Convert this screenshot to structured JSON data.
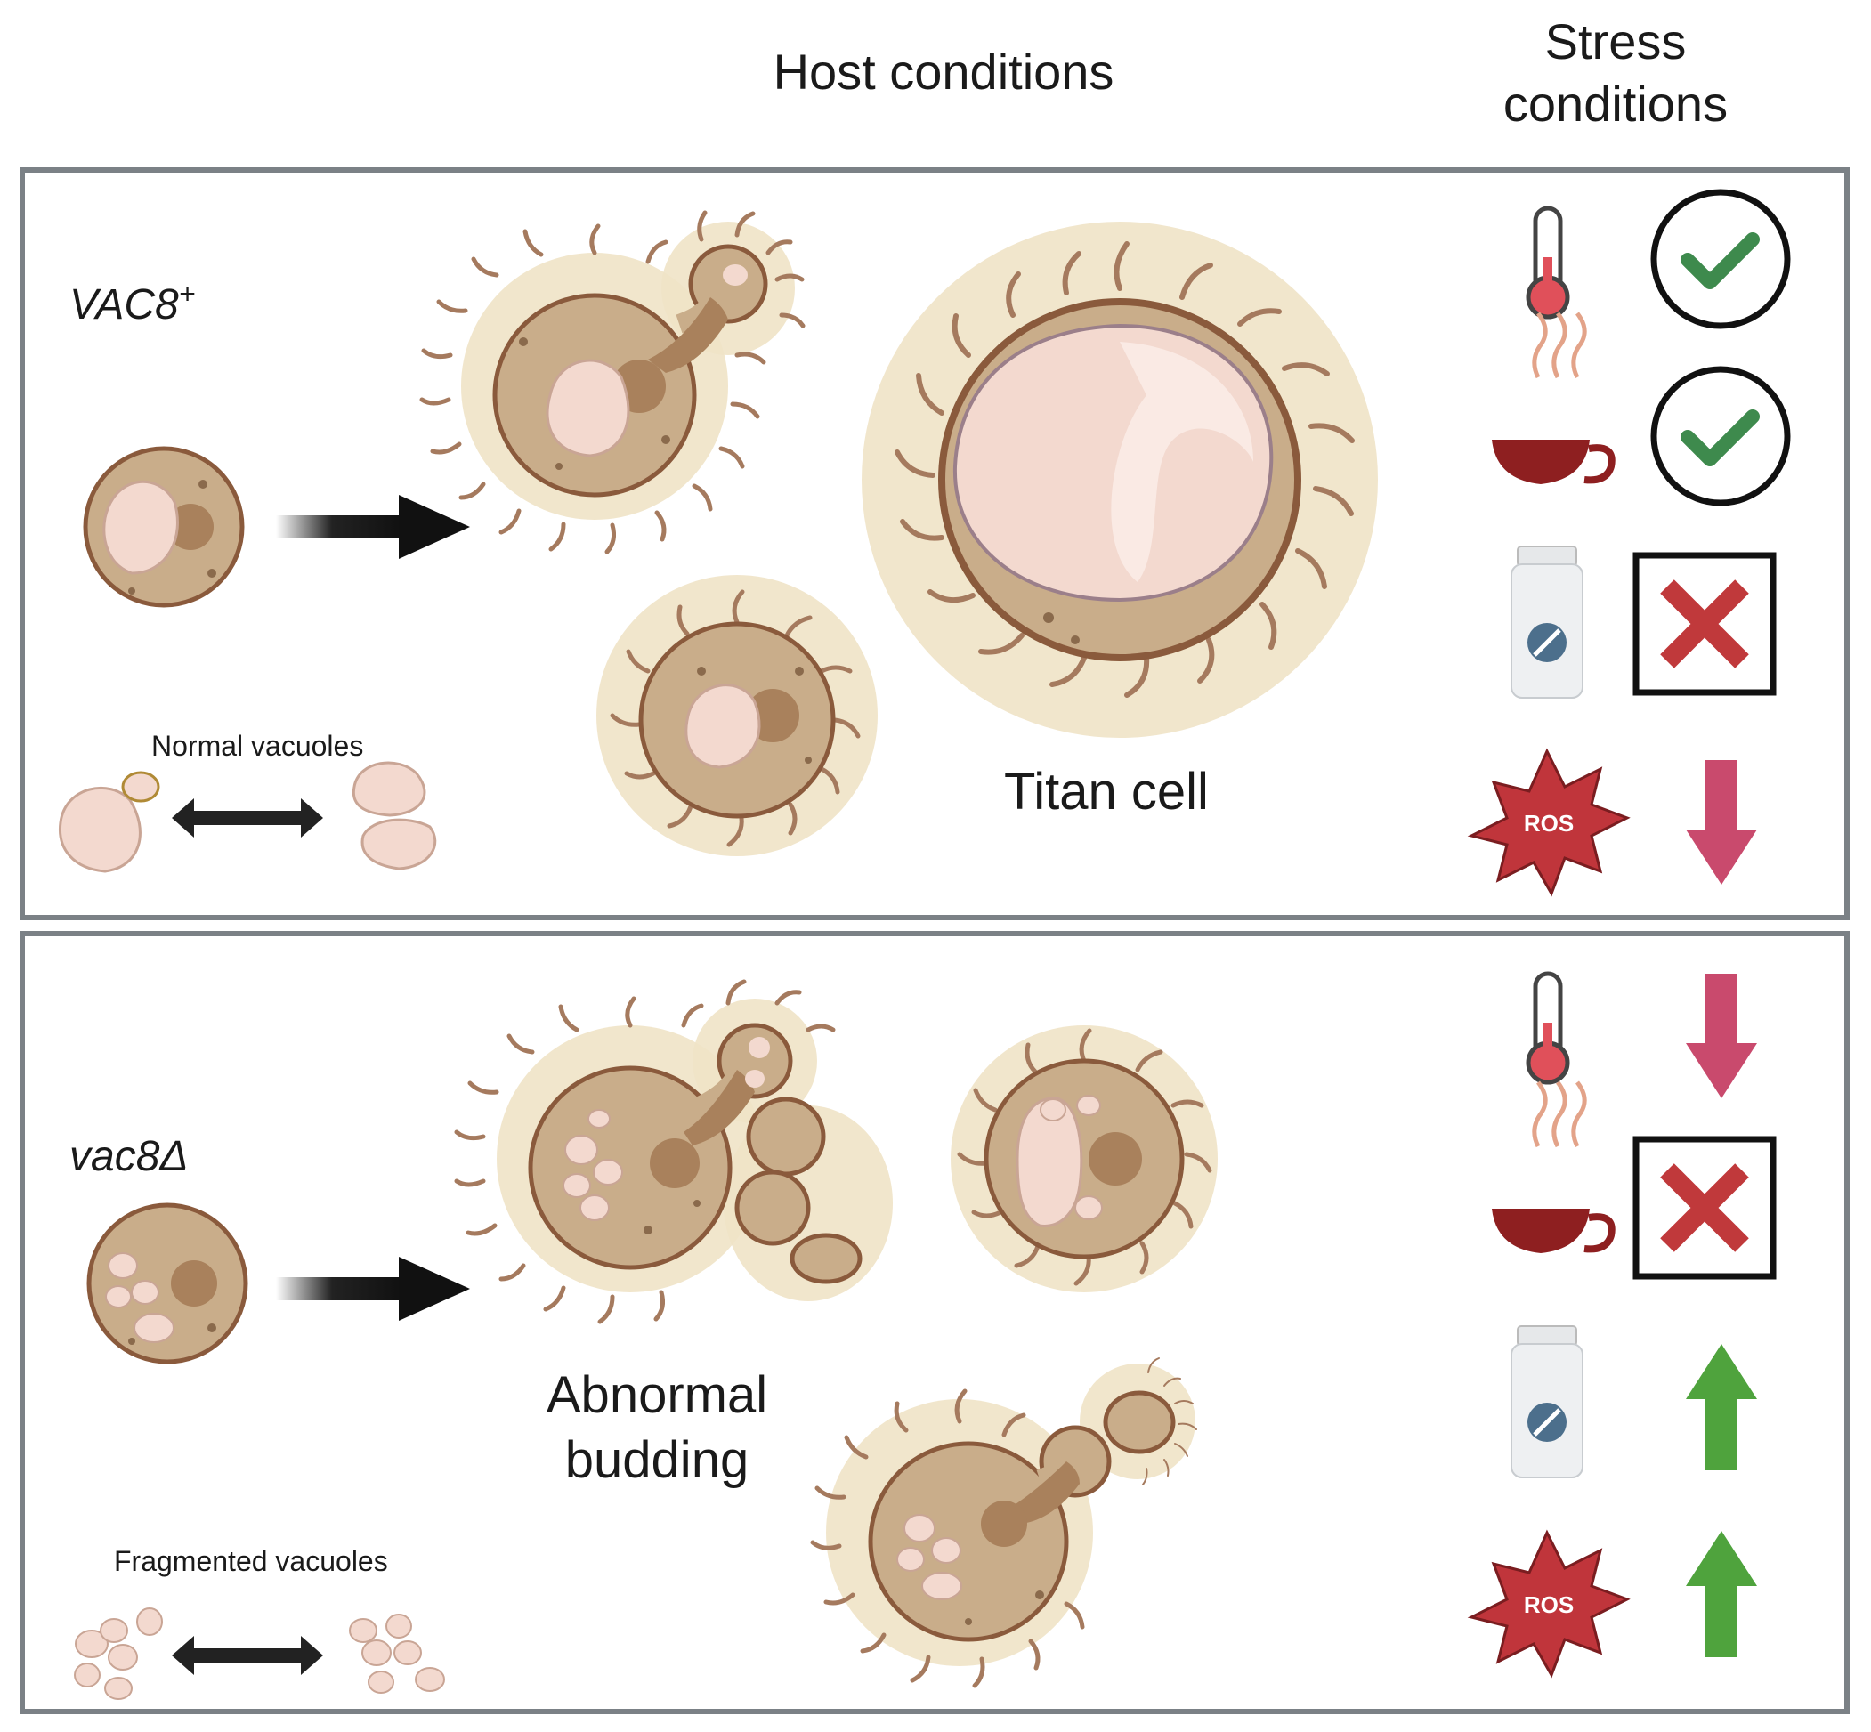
{
  "headers": {
    "host": "Host conditions",
    "stress_line1": "Stress",
    "stress_line2": "conditions"
  },
  "top_panel": {
    "genotype": "VAC8",
    "genotype_sup": "+",
    "vacuole_label": "Normal vacuoles",
    "cell_label": "Titan cell",
    "stress_rows": [
      {
        "icon": "thermometer-icon",
        "result": "check-circle-icon"
      },
      {
        "icon": "hot-cup-icon",
        "result": "check-circle-icon"
      },
      {
        "icon": "pill-bottle-icon",
        "result": "x-box-icon"
      },
      {
        "icon": "ros-burst-icon",
        "icon_text": "ROS",
        "result": "arrow-down-icon"
      }
    ]
  },
  "bottom_panel": {
    "genotype": "vac8Δ",
    "vacuole_label": "Fragmented vacuoles",
    "cell_label_line1": "Abnormal",
    "cell_label_line2": "budding",
    "stress_rows": [
      {
        "icon": "thermometer-icon",
        "result": "arrow-down-icon"
      },
      {
        "icon": "hot-cup-icon",
        "result": "x-box-icon"
      },
      {
        "icon": "pill-bottle-icon",
        "result": "arrow-up-icon"
      },
      {
        "icon": "ros-burst-icon",
        "icon_text": "ROS",
        "result": "arrow-up-icon"
      }
    ]
  },
  "colors": {
    "border": "#7b8186",
    "cell_fill": "#c9ad8a",
    "cell_outline": "#8a5a3c",
    "capsule_halo": "#efe3c6",
    "vacuole": "#f3d9cf",
    "check_green": "#3e8a4d",
    "x_red": "#c0393b",
    "arrow_down_pink": "#c94a6d",
    "arrow_up_green": "#4fa33d",
    "ros_red": "#c0353b"
  }
}
